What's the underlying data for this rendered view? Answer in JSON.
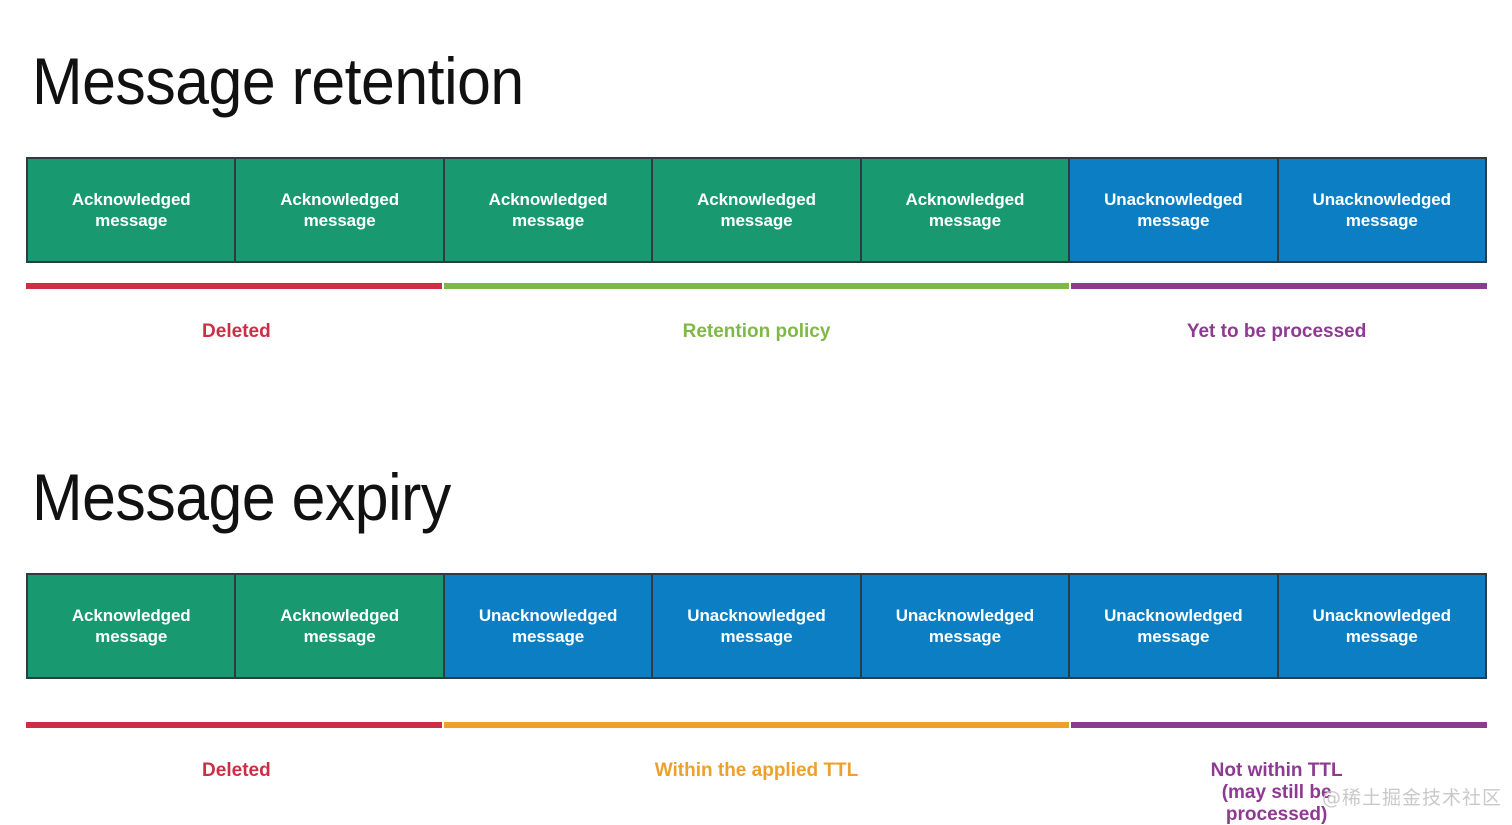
{
  "slide": {
    "background_color": "#ffffff",
    "watermark": "@稀土掘金技术社区"
  },
  "colors": {
    "acknowledged": "#19996f",
    "unacknowledged": "#0b7ec4",
    "box_border": "#2f3b40",
    "deleted": "#cc2f45",
    "retention_policy": "#7fb945",
    "yet_to_be_processed": "#8e3a92",
    "within_ttl": "#eda02c",
    "not_within_ttl": "#8e3a92",
    "box_text": "#ffffff",
    "title_text": "#111111",
    "watermark_text": "#c9c9c9"
  },
  "sections": [
    {
      "id": "retention",
      "title": "Message retention",
      "boxes": [
        {
          "type": "ack",
          "label": "Acknowledged\nmessage"
        },
        {
          "type": "ack",
          "label": "Acknowledged\nmessage"
        },
        {
          "type": "ack",
          "label": "Acknowledged\nmessage"
        },
        {
          "type": "ack",
          "label": "Acknowledged\nmessage"
        },
        {
          "type": "ack",
          "label": "Acknowledged\nmessage"
        },
        {
          "type": "unack",
          "label": "Unacknowledged\nmessage"
        },
        {
          "type": "unack",
          "label": "Unacknowledged\nmessage"
        }
      ],
      "legend": [
        {
          "label": "Deleted",
          "color": "#cc2f45",
          "span_boxes": 2,
          "center_pct": 14.4
        },
        {
          "label": "Retention policy",
          "color": "#7fb945",
          "span_boxes": 3,
          "center_pct": 50.0
        },
        {
          "label": "Yet to be processed",
          "color": "#8e3a92",
          "span_boxes": 2,
          "center_pct": 85.6
        }
      ]
    },
    {
      "id": "expiry",
      "title": "Message expiry",
      "boxes": [
        {
          "type": "ack",
          "label": "Acknowledged\nmessage"
        },
        {
          "type": "ack",
          "label": "Acknowledged\nmessage"
        },
        {
          "type": "unack",
          "label": "Unacknowledged\nmessage"
        },
        {
          "type": "unack",
          "label": "Unacknowledged\nmessage"
        },
        {
          "type": "unack",
          "label": "Unacknowledged\nmessage"
        },
        {
          "type": "unack",
          "label": "Unacknowledged\nmessage"
        },
        {
          "type": "unack",
          "label": "Unacknowledged\nmessage"
        }
      ],
      "legend": [
        {
          "label": "Deleted",
          "color": "#cc2f45",
          "span_boxes": 2,
          "center_pct": 14.4
        },
        {
          "label": "Within the applied TTL",
          "color": "#eda02c",
          "span_boxes": 3,
          "center_pct": 50.0
        },
        {
          "label": "Not within TTL\n(may still be processed)",
          "color": "#8e3a92",
          "span_boxes": 2,
          "center_pct": 85.6
        }
      ]
    }
  ]
}
